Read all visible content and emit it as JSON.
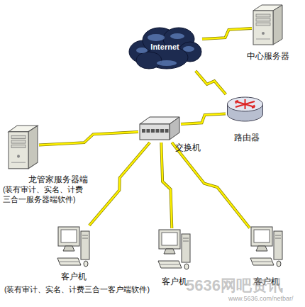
{
  "diagram": {
    "nodes": [
      {
        "text": [
          "Internet"
        ]
      },
      {
        "text": [
          "中心服务器"
        ]
      },
      {
        "text": [
          "路由器"
        ]
      },
      {
        "text": [
          "交换机"
        ]
      },
      {
        "text": [
          "龙管家服务器端",
          "(装有审计、实名、计费三合一服务器端软件)"
        ]
      },
      {
        "text": [
          "客户机",
          "(装有审计、实名、计费三合一客户端软件)"
        ]
      },
      {
        "text": [
          "客户机"
        ]
      },
      {
        "text": [
          "客户机"
        ]
      }
    ],
    "edges": [
      {
        "from": 0,
        "to": 1,
        "arrow": "none"
      },
      {
        "from": 0,
        "to": 2,
        "arrow": "none"
      },
      {
        "from": 2,
        "to": 3,
        "arrow": "none"
      },
      {
        "from": 3,
        "to": 4,
        "arrow": "none"
      },
      {
        "from": 3,
        "to": 5,
        "arrow": "none"
      },
      {
        "from": 3,
        "to": 6,
        "arrow": "none"
      },
      {
        "from": 3,
        "to": 7,
        "arrow": "none"
      }
    ],
    "labels": [
      "5636网吧资讯",
      "www.5636.com/netbar/"
    ]
  }
}
